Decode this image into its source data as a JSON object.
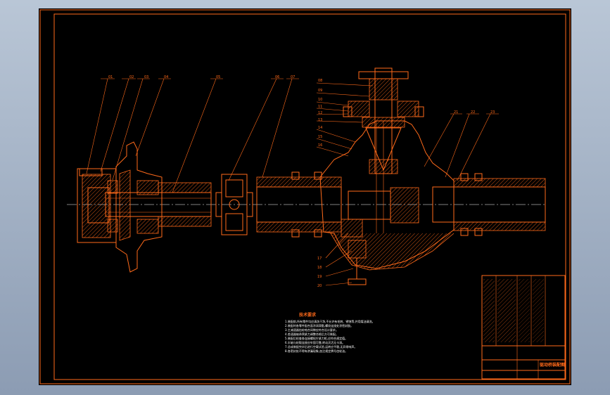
{
  "drawing": {
    "title": "驱动桥装配图",
    "colors": {
      "line": "#ff6a1a",
      "background": "#000000",
      "frame_bg": "#9aa9be"
    }
  },
  "labels_top_left": [
    "01",
    "02",
    "03",
    "04",
    "05",
    "06",
    "07"
  ],
  "labels_center_column": [
    "08",
    "09",
    "10",
    "11",
    "12",
    "13",
    "14",
    "15",
    "16"
  ],
  "labels_top_right": [
    "21",
    "22",
    "23"
  ],
  "labels_bottom": [
    "17",
    "18",
    "19",
    "20"
  ],
  "notes": {
    "heading": "技术要求",
    "lines": [
      "1.装配前,所有零件均应清洗干净,不允许有毛刺、锈蚀等,并用煤油清洗。",
      "2.装配时各零件配合面涂润滑脂,螺纹连接处涂密封胶。",
      "3.主减速器齿轮啮合间隙应符合设计要求。",
      "4.差速器轴承预紧力调整合格后方可装配。",
      "5.装配后检查各连接螺栓拧紧力矩,应符合规定值。",
      "6.半轴与轮毂连接应牢固可靠,转动灵活无卡滞。",
      "7.总成装配完毕后进行空载试验,运转应平稳,无异常响声。",
      "8.各密封处不得有渗漏现象,加注规定牌号齿轮油。"
    ]
  },
  "title_block": {
    "name": "驱动桥装配图"
  }
}
